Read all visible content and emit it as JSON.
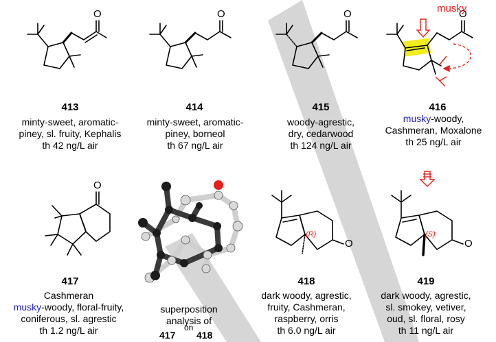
{
  "compounds": [
    {
      "id": "413",
      "lines": [
        "minty-sweet, aromatic-",
        "piney, sl. fruity, Kephalis",
        "th 42 ng/L air"
      ]
    },
    {
      "id": "414",
      "lines": [
        "minty-sweet, aromatic-",
        "piney, borneol",
        "th 67 ng/L air"
      ]
    },
    {
      "id": "415",
      "lines": [
        "woody-agrestic,",
        "dry, cedarwood",
        "th 124 ng/L air"
      ]
    },
    {
      "id": "416",
      "musky_word": "musky",
      "line1_rest": "-woody,",
      "lines": [
        "Cashmeran, Moxalone",
        "th 25 ng/L air"
      ]
    },
    {
      "id": "417",
      "lines": [
        "Cashmeran"
      ],
      "musky_word": "musky",
      "line2_rest": "-woody, floral-fruity,",
      "lines2": [
        "coniferous, sl. agrestic",
        "th 1.2 ng/L air"
      ]
    },
    {
      "id": "418",
      "lines": [
        "dark woody, agrestic,",
        "fruity, Cashmeran,",
        "raspberry, orris",
        "th 6.0 ng/L air"
      ]
    },
    {
      "id": "419",
      "lines": [
        "dark woody, agrestic,",
        "sl. smokey, vetiver,",
        "oud, sl. floral, rosy",
        "th 11 ng/L air"
      ]
    }
  ],
  "annotation": {
    "musky_label": "musky"
  },
  "superposition": {
    "line1": "superposition",
    "line2": "analysis of",
    "on": "on",
    "a": "417",
    "b": "418"
  },
  "stereo": {
    "r": "(R)",
    "s": "(S)"
  },
  "atoms": {
    "oxygen": "O"
  },
  "colors": {
    "accent_red": "#e8201a",
    "musky_blue": "#2222cc",
    "highlight": "#f2ee1e",
    "watermark": "#d0d0d0"
  }
}
